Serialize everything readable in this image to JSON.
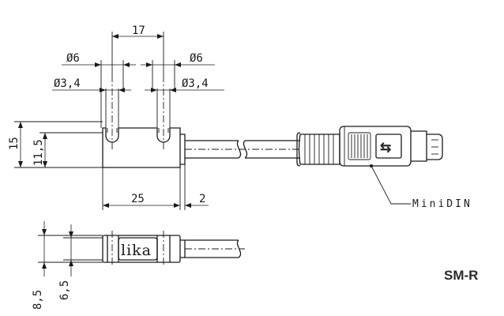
{
  "dimensions": {
    "center_distance": "17",
    "hole_outer_left": "Ø6",
    "hole_outer_right": "Ø6",
    "hole_inner_left": "Ø3,4",
    "hole_inner_right": "Ø3,4",
    "height_total": "15",
    "height_slot": "11,5",
    "body_length": "25",
    "cable_offset": "2",
    "side_height_total": "8,5",
    "side_height_inner": "6,5"
  },
  "labels": {
    "connector": "MiniDIN",
    "logo": "lika",
    "model_code": "SM-R",
    "connector_symbol": "⇆"
  }
}
